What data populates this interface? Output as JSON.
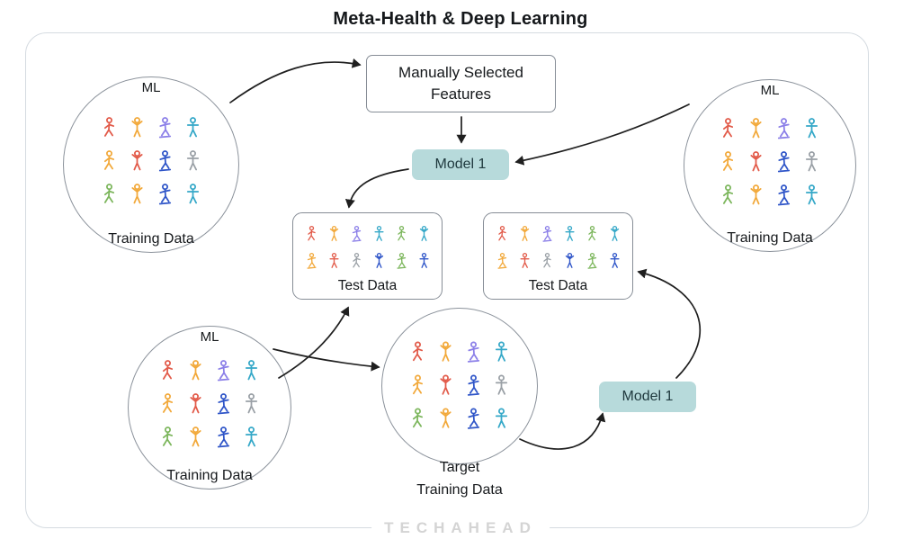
{
  "title": "Meta-Health & Deep Learning",
  "watermark": "TECHAHEAD",
  "nodes": {
    "features_box": {
      "line1": "Manually Selected",
      "line2": "Features"
    },
    "model1_top": {
      "label": "Model 1"
    },
    "model1_right": {
      "label": "Model 1"
    },
    "circle_top_left": {
      "tag": "ML",
      "label": "Training Data"
    },
    "circle_top_right": {
      "tag": "ML",
      "label": "Training Data"
    },
    "circle_bottom_left": {
      "tag": "ML",
      "label": "Training Data"
    },
    "circle_target": {
      "line1": "Target",
      "line2": "Training Data"
    },
    "test_box_left": {
      "label": "Test Data"
    },
    "test_box_right": {
      "label": "Test Data"
    }
  },
  "colors": {
    "model_box_bg": "#b7dadb",
    "model_box_text": "#203a3f",
    "arrow": "#1f1f1f",
    "frame_border": "#d5dbe1",
    "node_border": "#868d96",
    "watermark_text": "#d4d4d4"
  },
  "icon_colors": {
    "cluster": [
      "#e25b4a",
      "#f2a93b",
      "#8b7fe8",
      "#35a8c8",
      "#f2a93b",
      "#e25b4a",
      "#2f55c8",
      "#9aa0a6",
      "#7cb65c",
      "#f2a93b",
      "#2f55c8",
      "#35a8c8"
    ],
    "test": [
      "#e25b4a",
      "#f2a93b",
      "#8b7fe8",
      "#35a8c8",
      "#7cb65c",
      "#35a8c8",
      "#f2a93b",
      "#e25b4a",
      "#9aa0a6",
      "#2f55c8",
      "#7cb65c",
      "#2f55c8"
    ]
  }
}
